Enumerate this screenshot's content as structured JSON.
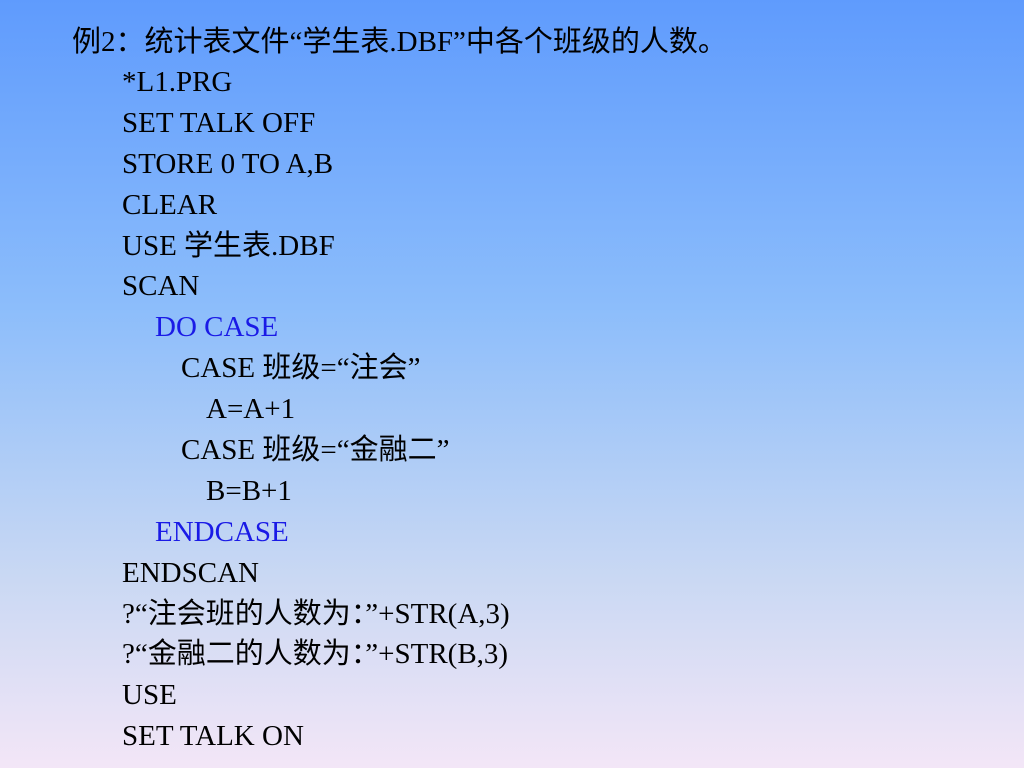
{
  "title": "例2：统计表文件“学生表.DBF”中各个班级的人数。",
  "code_lines": [
    {
      "text": "*L1.PRG",
      "indent": 0,
      "keyword": false
    },
    {
      "text": "SET TALK OFF",
      "indent": 0,
      "keyword": false
    },
    {
      "text": "STORE 0 TO A,B",
      "indent": 0,
      "keyword": false
    },
    {
      "text": "CLEAR",
      "indent": 0,
      "keyword": false
    },
    {
      "text": "USE 学生表.DBF",
      "indent": 0,
      "keyword": false
    },
    {
      "text": "SCAN",
      "indent": 0,
      "keyword": false
    },
    {
      "text": "DO CASE",
      "indent": 1,
      "keyword": true
    },
    {
      "text": "CASE 班级=“注会”",
      "indent": 2,
      "keyword": false
    },
    {
      "text": "A=A+1",
      "indent": 3,
      "keyword": false
    },
    {
      "text": "CASE 班级=“金融二”",
      "indent": 2,
      "keyword": false
    },
    {
      "text": "B=B+1",
      "indent": 3,
      "keyword": false
    },
    {
      "text": "ENDCASE",
      "indent": 1,
      "keyword": true
    },
    {
      "text": "ENDSCAN",
      "indent": 0,
      "keyword": false
    },
    {
      "text": "?“注会班的人数为：”+STR(A,3)",
      "indent": 0,
      "keyword": false
    },
    {
      "text": "?“金融二的人数为：”+STR(B,3)",
      "indent": 0,
      "keyword": false
    },
    {
      "text": "USE",
      "indent": 0,
      "keyword": false
    },
    {
      "text": "SET TALK ON",
      "indent": 0,
      "keyword": false
    }
  ],
  "colors": {
    "keyword": "#1a1ae6",
    "text": "#000000",
    "background_top": "#5f9bfd",
    "background_bottom": "#f3e6f7"
  }
}
